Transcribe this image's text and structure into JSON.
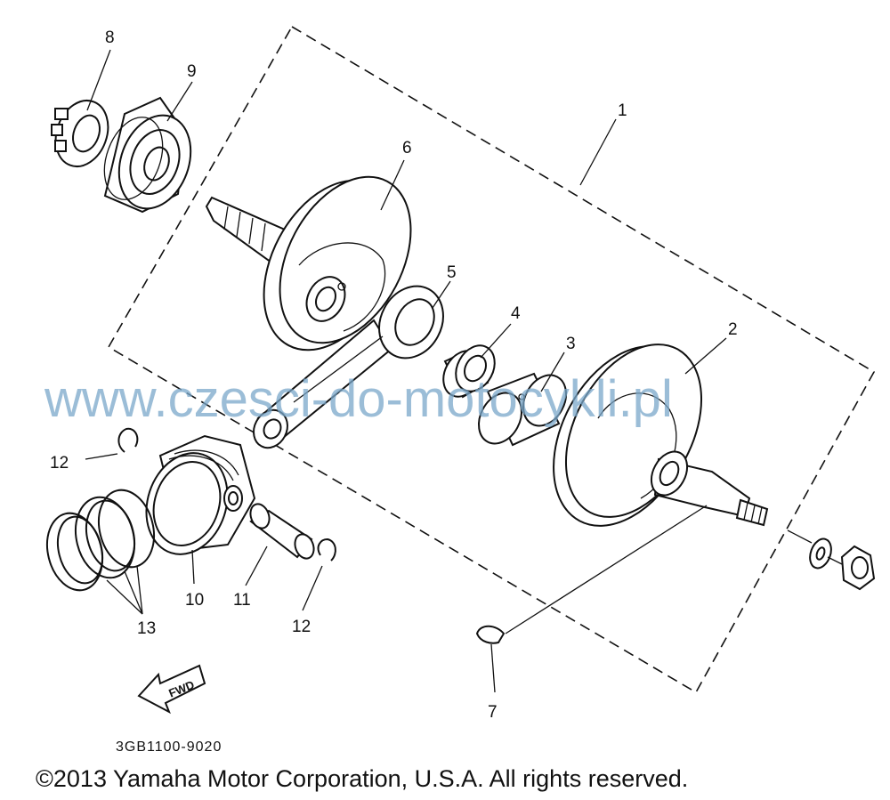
{
  "watermark": "www.czesci-do-motocykli.pl",
  "callouts": {
    "c1": "1",
    "c2": "2",
    "c3": "3",
    "c4": "4",
    "c5": "5",
    "c6": "6",
    "c7": "7",
    "c8": "8",
    "c9": "9",
    "c10": "10",
    "c11": "11",
    "c12a": "12",
    "c12b": "12",
    "c13": "13"
  },
  "fwd_label": "FWD",
  "drawing_code": "3GB1100-9020",
  "copyright": "©2013 Yamaha Motor Corporation, U.S.A. All rights reserved."
}
